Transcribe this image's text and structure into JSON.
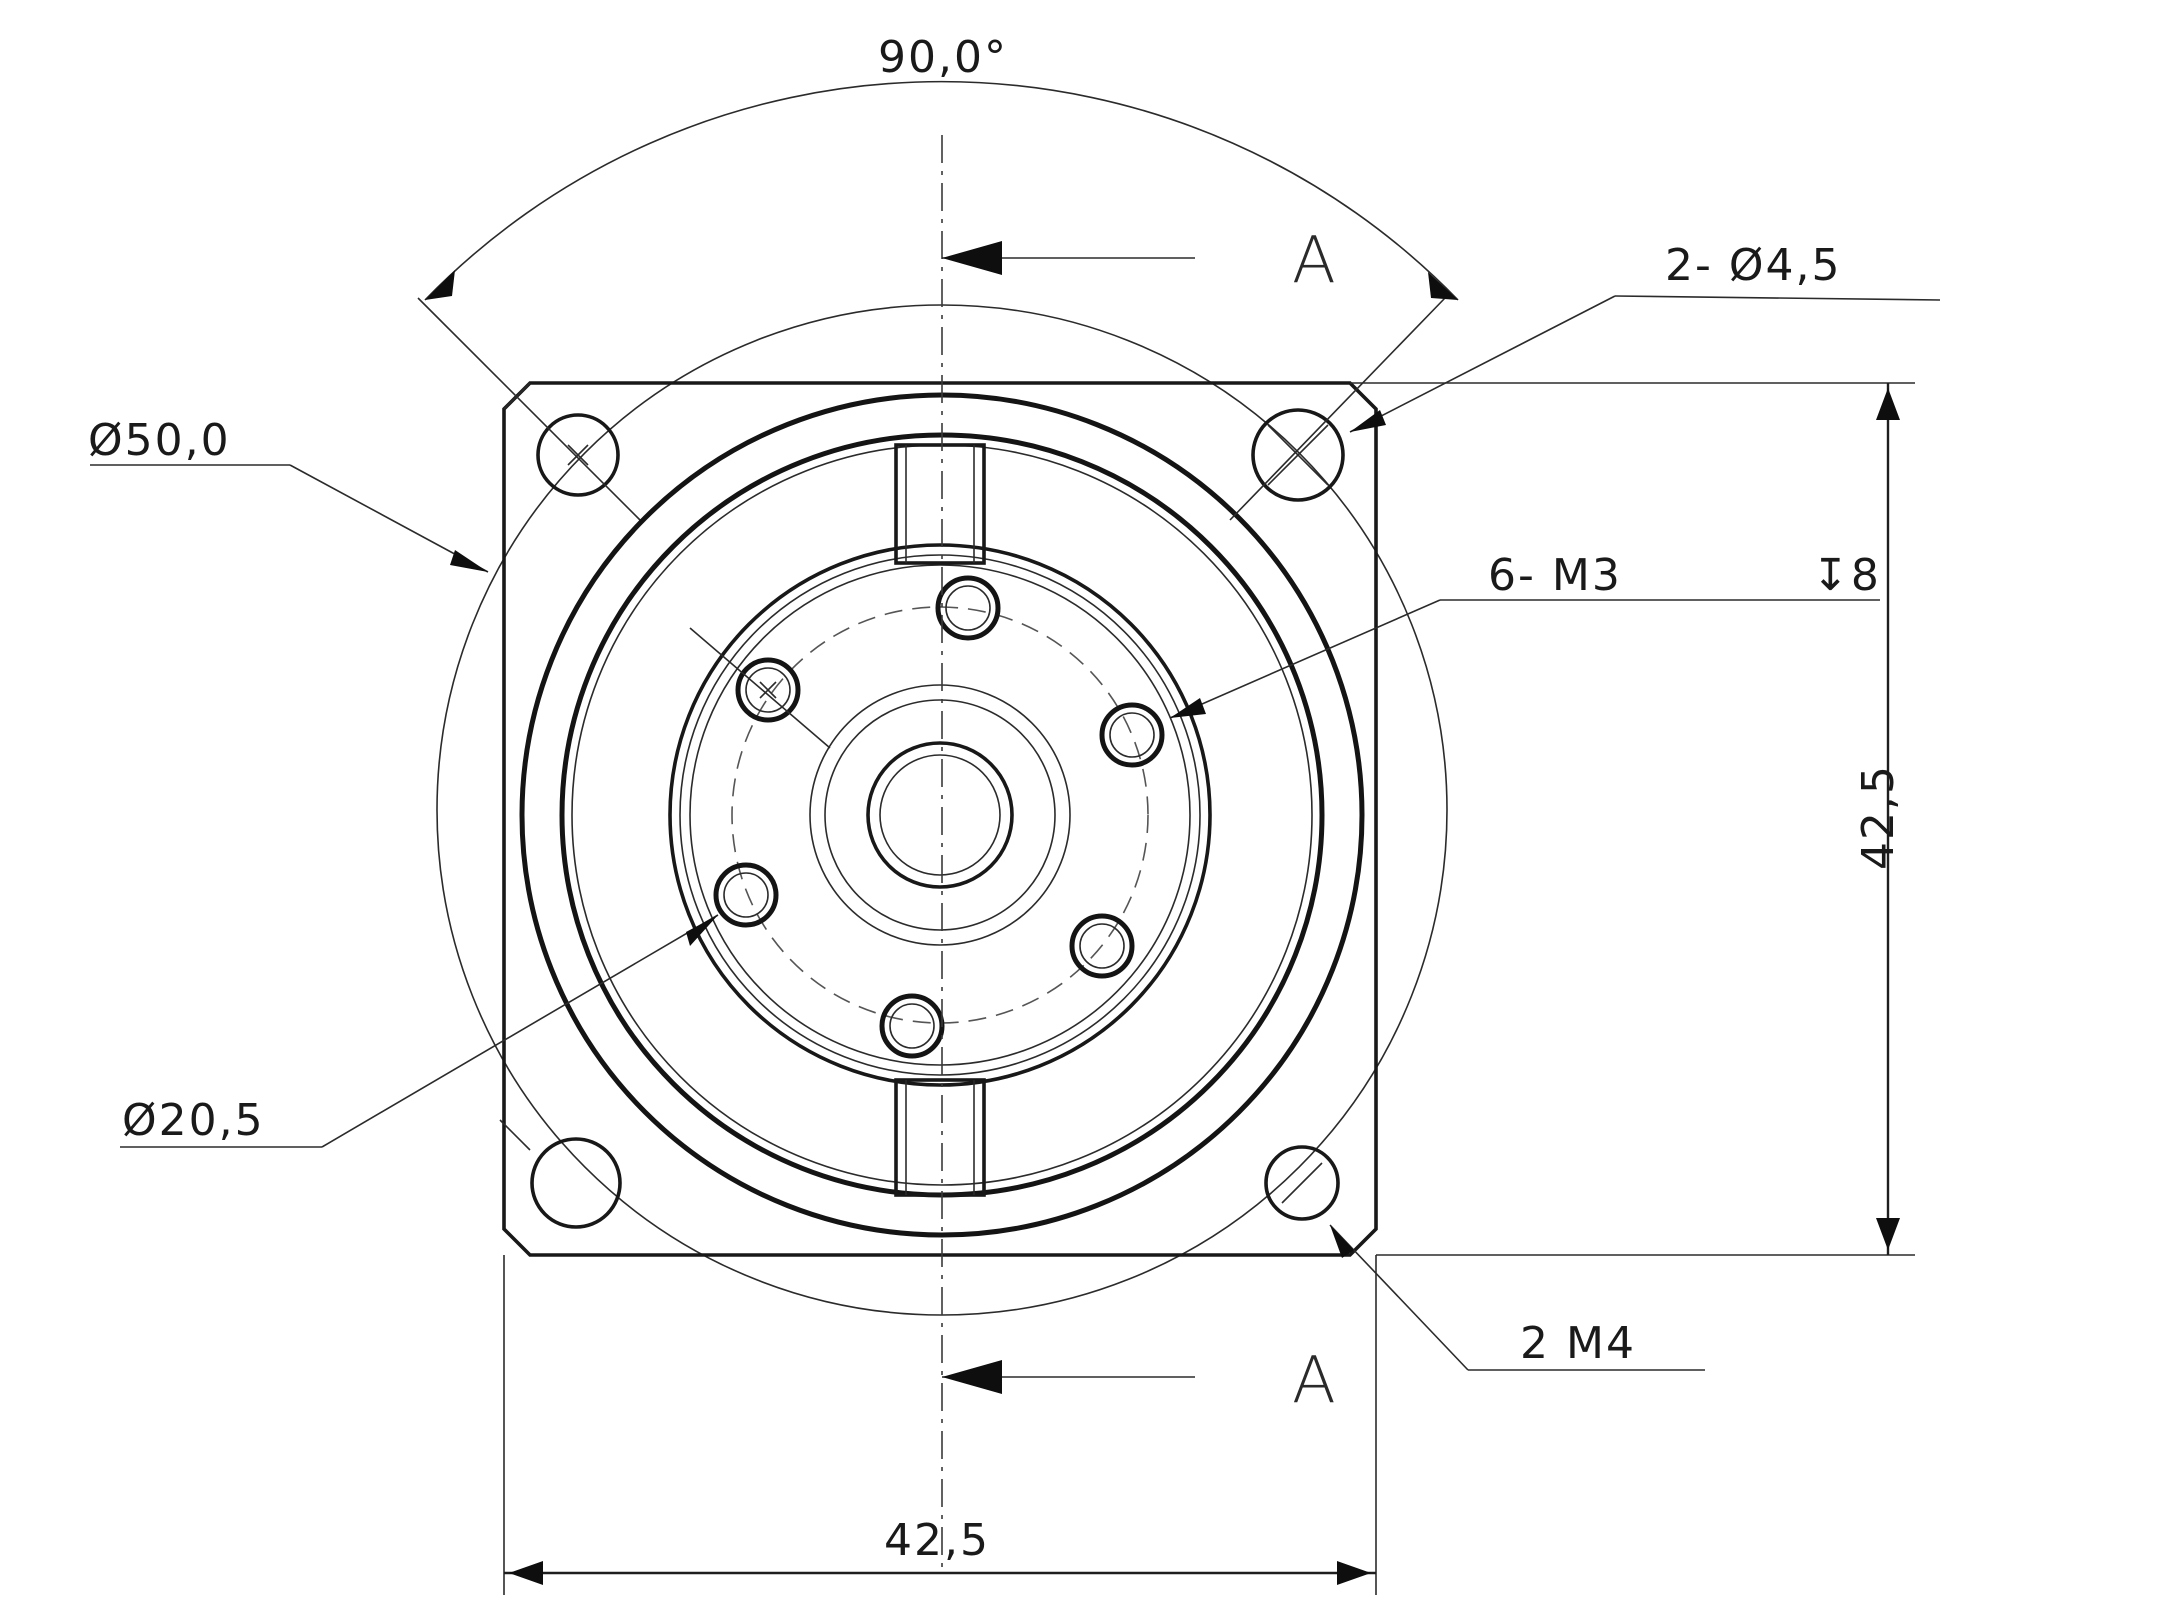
{
  "drawing": {
    "angle_label": "90,0°",
    "outer_diameter_label": "Ø50,0",
    "mount_holes_label": "2- Ø4,5",
    "threaded_holes_label": "6- M3",
    "thread_depth_label": "↧8",
    "pilot_diameter_label": "Ø20,5",
    "tapped_holes_label": "2 M4",
    "height_label": "42,5",
    "width_label": "42,5",
    "section_top_label": "A",
    "section_bottom_label": "A"
  }
}
